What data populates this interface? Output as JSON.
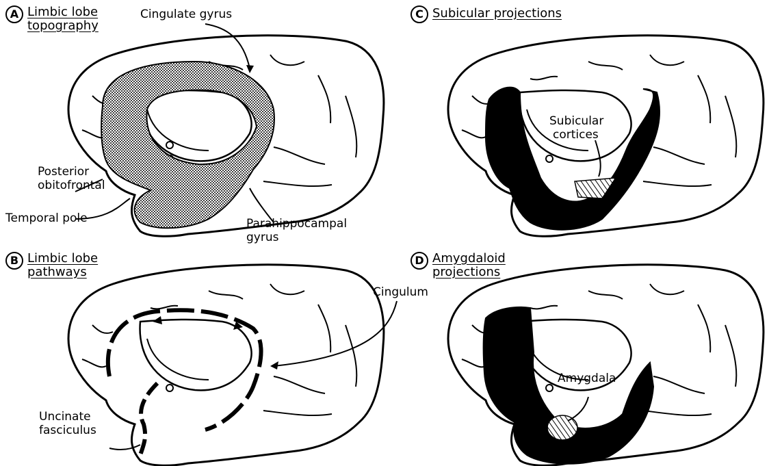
{
  "panels": [
    {
      "letter": "A",
      "title_line1": "Limbic lobe",
      "title_line2": "topography"
    },
    {
      "letter": "B",
      "title_line1": "Limbic lobe",
      "title_line2": "pathways"
    },
    {
      "letter": "C",
      "title_line1": "Subicular projections",
      "title_line2": ""
    },
    {
      "letter": "D",
      "title_line1": "Amygdaloid",
      "title_line2": "projections"
    }
  ],
  "labels": {
    "cingulate_gyrus": "Cingulate gyrus",
    "posterior_orbitofrontal_1": "Posterior",
    "posterior_orbitofrontal_2": "obitofrontal",
    "temporal_pole": "Temporal pole",
    "parahippocampal_1": "Parahippocampal",
    "parahippocampal_2": "gyrus",
    "cingulum": "Cingulum",
    "uncinate_1": "Uncinate",
    "uncinate_2": "fasciculus",
    "subicular_1": "Subicular",
    "subicular_2": "cortices",
    "amygdala": "Amygdala"
  },
  "colors": {
    "ink": "#000000",
    "paper": "#ffffff",
    "stipple": "#555555"
  }
}
